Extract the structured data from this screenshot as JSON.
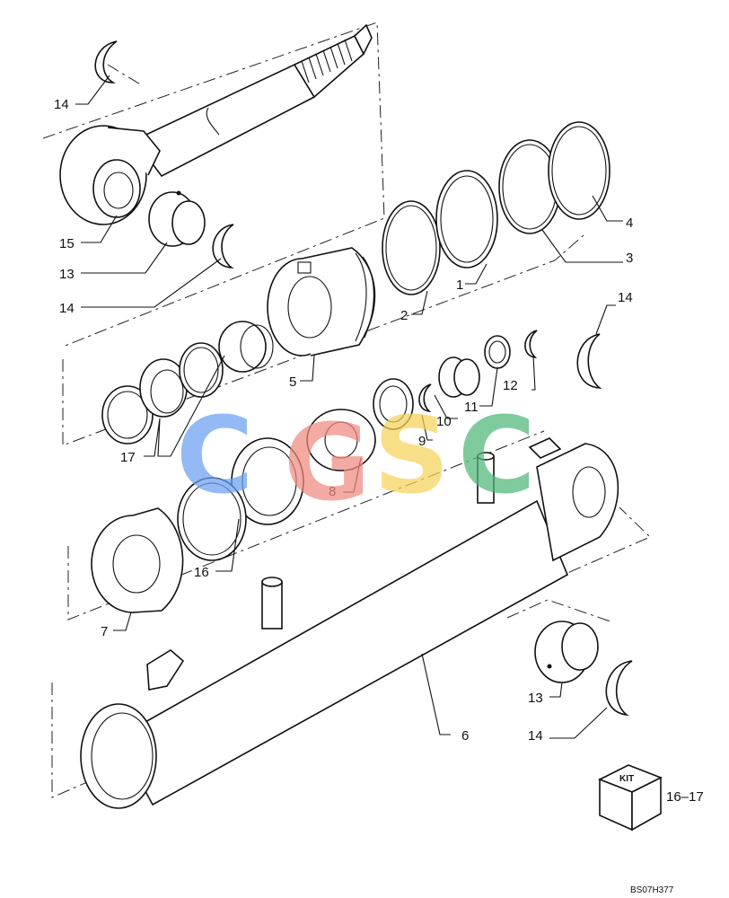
{
  "callouts": [
    "14",
    "15",
    "13",
    "14",
    "4",
    "3",
    "1",
    "2",
    "5",
    "14",
    "17",
    "12",
    "11",
    "10",
    "9",
    "8",
    "16",
    "7",
    "6",
    "13",
    "14"
  ],
  "kit": {
    "label": "KIT",
    "ref": "16–17"
  },
  "drawing_code": "BS07H377",
  "watermark": {
    "letters": [
      "C",
      "G",
      "S",
      "C"
    ],
    "colors": [
      "#6aa0f0",
      "#ef8a80",
      "#f6d35a",
      "#4fb87a"
    ]
  }
}
